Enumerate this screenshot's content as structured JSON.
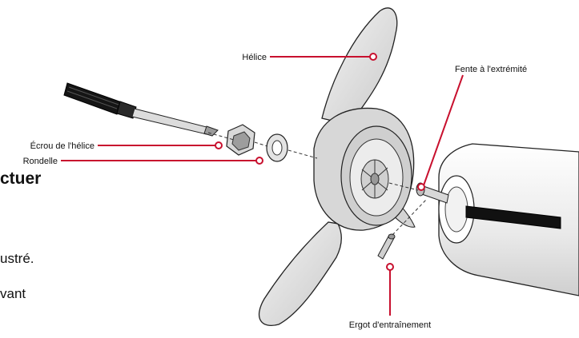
{
  "labels": {
    "helice": "Hélice",
    "fente": "Fente à l'extrémité",
    "ecrou": "Écrou de l'hélice",
    "rondelle": "Rondelle",
    "ergot": "Ergot d'entraînement"
  },
  "side_text": {
    "heading": "ctuer",
    "line1": "ustré.",
    "line2": "vant"
  },
  "colors": {
    "leader": "#c8102e",
    "outline": "#222222",
    "part_fill": "#e6e6e6",
    "part_shade": "#bdbdbd"
  }
}
